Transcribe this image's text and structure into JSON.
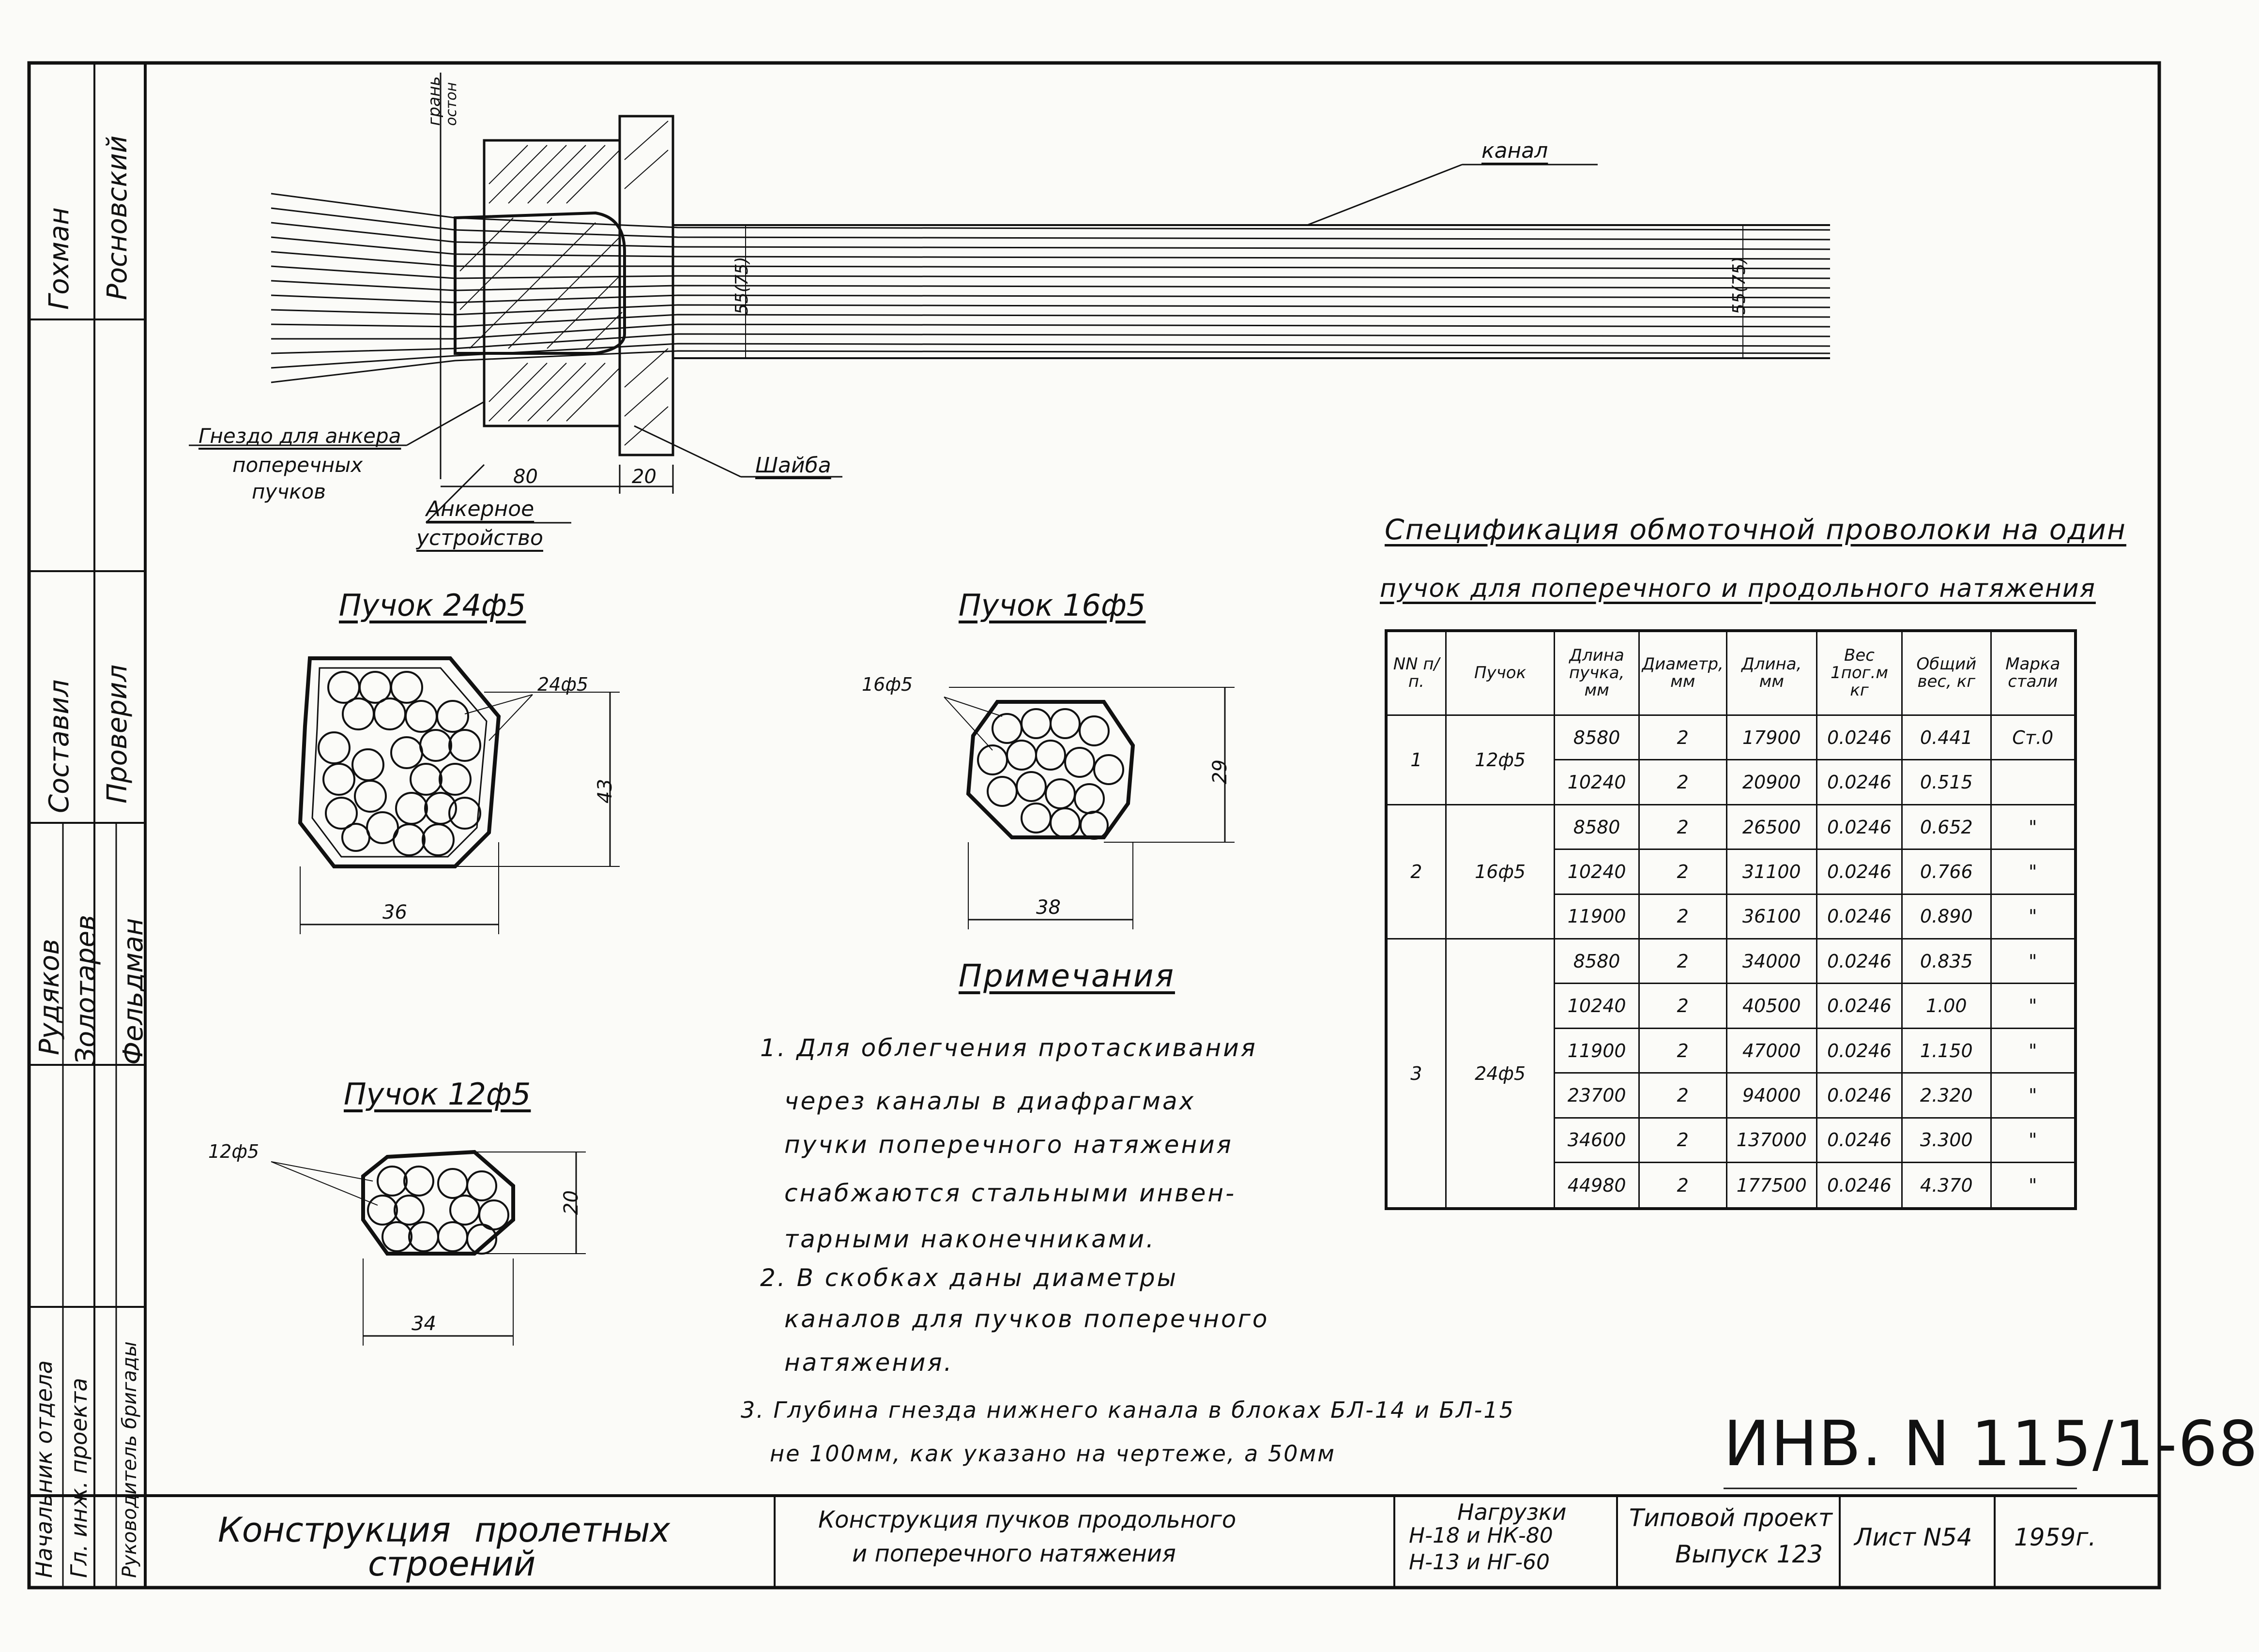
{
  "side_stamp": {
    "col1": [
      "Гохман",
      "Составил",
      "Рудяков",
      "Начальник отдела",
      "Гл. инж. проекта",
      "Руководитель бригады"
    ],
    "col2": [
      "Росновский",
      "Проверил",
      "Золотарев",
      "Фельдман"
    ]
  },
  "top_drawing": {
    "edge_label": "грань",
    "edge_sub": "остон",
    "canal_label": "канал",
    "dim_left": "55(75)",
    "dim_right": "55(75)",
    "nest_label_1": "Гнездо для анкера",
    "nest_label_2": "поперечных",
    "nest_label_3": "пучков",
    "dim_80": "80",
    "dim_20": "20",
    "washer_label": "Шайба",
    "anchor_label_1": "Анкерное",
    "anchor_label_2": "устройство"
  },
  "bundle_24": {
    "title": "Пучок 24ф5",
    "wire_label": "24ф5",
    "dim_h": "43",
    "dim_w": "36"
  },
  "bundle_16": {
    "title": "Пучок 16ф5",
    "wire_label": "16ф5",
    "dim_h": "29",
    "dim_w": "38"
  },
  "bundle_12": {
    "title": "Пучок 12ф5",
    "wire_label": "12ф5",
    "dim_h": "20",
    "dim_w": "34"
  },
  "spec": {
    "title_1": "Спецификация обмоточной проволоки на один",
    "title_2": "пучок для поперечного и продольного натяжения",
    "headers": [
      "NN п/п.",
      "Пучок",
      "Длина пучка, мм",
      "Диаметр, мм",
      "Длина, мм",
      "Вес 1пог.м кг",
      "Общий вес, кг",
      "Марка стали"
    ],
    "groups": [
      {
        "nn": "1",
        "bundle": "12ф5",
        "rows": [
          [
            "8580",
            "2",
            "17900",
            "0.0246",
            "0.441",
            "Ст.0"
          ],
          [
            "10240",
            "2",
            "20900",
            "0.0246",
            "0.515",
            ""
          ]
        ]
      },
      {
        "nn": "2",
        "bundle": "16ф5",
        "rows": [
          [
            "8580",
            "2",
            "26500",
            "0.0246",
            "0.652",
            "\""
          ],
          [
            "10240",
            "2",
            "31100",
            "0.0246",
            "0.766",
            "\""
          ],
          [
            "11900",
            "2",
            "36100",
            "0.0246",
            "0.890",
            "\""
          ]
        ]
      },
      {
        "nn": "3",
        "bundle": "24ф5",
        "rows": [
          [
            "8580",
            "2",
            "34000",
            "0.0246",
            "0.835",
            "\""
          ],
          [
            "10240",
            "2",
            "40500",
            "0.0246",
            "1.00",
            "\""
          ],
          [
            "11900",
            "2",
            "47000",
            "0.0246",
            "1.150",
            "\""
          ],
          [
            "23700",
            "2",
            "94000",
            "0.0246",
            "2.320",
            "\""
          ],
          [
            "34600",
            "2",
            "137000",
            "0.0246",
            "3.300",
            "\""
          ],
          [
            "44980",
            "2",
            "177500",
            "0.0246",
            "4.370",
            "\""
          ]
        ]
      }
    ]
  },
  "notes": {
    "title": "Примечания",
    "lines": [
      "1. Для облегчения протаскивания",
      "через каналы в диафрагмах",
      "пучки поперечного натяжения",
      "снабжаются стальными инвен-",
      "тарными наконечниками.",
      "2. В скобках даны диаметры",
      "каналов для пучков поперечного",
      "натяжения.",
      "3. Глубина гнезда нижнего канала в блоках БЛ-14 и БЛ-15",
      "не 100мм, как указано на чертеже, а 50мм"
    ]
  },
  "inv_number": "ИНВ. N 115/1-68",
  "title_block": {
    "c1_1": "Конструкция",
    "c1_2": "пролетных",
    "c1_3": "строений",
    "c2_1": "Конструкция пучков продольного",
    "c2_2": "и поперечного натяжения",
    "c3_1": "Нагрузки",
    "c3_2": "Н-18 и НК-80",
    "c3_3": "Н-13 и НГ-60",
    "c4_1": "Типовой проект",
    "c4_2": "Выпуск 123",
    "c5": "Лист N54",
    "c6": "1959г."
  }
}
